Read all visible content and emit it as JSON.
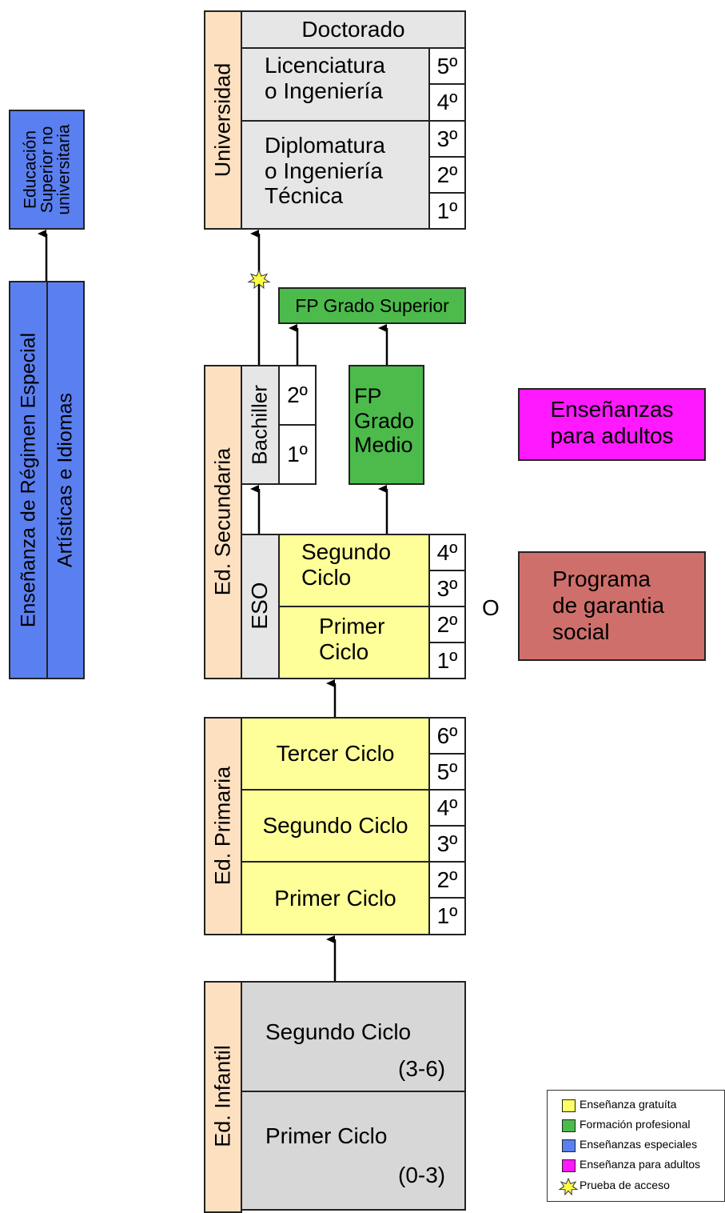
{
  "left": {
    "top_box": [
      "Educación",
      "Superior no",
      "universitaria"
    ],
    "col1_label": "Enseñanza de Régimen Especial",
    "col2_label": "Artísticas e Idiomas"
  },
  "university": {
    "side_label": "Universidad",
    "doctorado": "Doctorado",
    "licenciatura": [
      "Licenciatura",
      "o Ingeniería"
    ],
    "diplomatura": [
      "Diplomatura",
      "o Ingeniería",
      "Técnica"
    ],
    "years": [
      "5º",
      "4º",
      "3º",
      "2º",
      "1º"
    ]
  },
  "fp_superior": "FP Grado Superior",
  "secondary": {
    "side_label": "Ed. Secundaria",
    "bachiller_label": "Bachiller",
    "bachiller_years": [
      "2º",
      "1º"
    ],
    "fp_medio": [
      "FP",
      "Grado",
      "Medio"
    ],
    "eso_label": "ESO",
    "eso_second": [
      "Segundo",
      "Ciclo"
    ],
    "eso_first": [
      "Primer",
      "Ciclo"
    ],
    "eso_years": [
      "4º",
      "3º",
      "2º",
      "1º"
    ]
  },
  "or_label": "O",
  "adults_box": [
    "Enseñanzas",
    "para adultos"
  ],
  "program_box": [
    "Programa",
    "de garantia",
    "social"
  ],
  "primary": {
    "side_label": "Ed. Primaria",
    "cycles": [
      "Tercer Ciclo",
      "Segundo Ciclo",
      "Primer Ciclo"
    ],
    "years": [
      "6º",
      "5º",
      "4º",
      "3º",
      "2º",
      "1º"
    ]
  },
  "infant": {
    "side_label": "Ed. Infantil",
    "second_cycle": "Segundo Ciclo",
    "second_range": "(3-6)",
    "first_cycle": "Primer Ciclo",
    "first_range": "(0-3)"
  },
  "legend": {
    "items": [
      {
        "label": "Enseñanza gratuíta",
        "color": "#ffff66"
      },
      {
        "label": "Formación profesional",
        "color": "#4cbb4c"
      },
      {
        "label": "Enseñanzas especiales",
        "color": "#5a7ff0"
      },
      {
        "label": "Enseñanza para adultos",
        "color": "#ff19ff"
      }
    ],
    "star_label": "Prueba de acceso",
    "star_color": "#ffff44"
  }
}
